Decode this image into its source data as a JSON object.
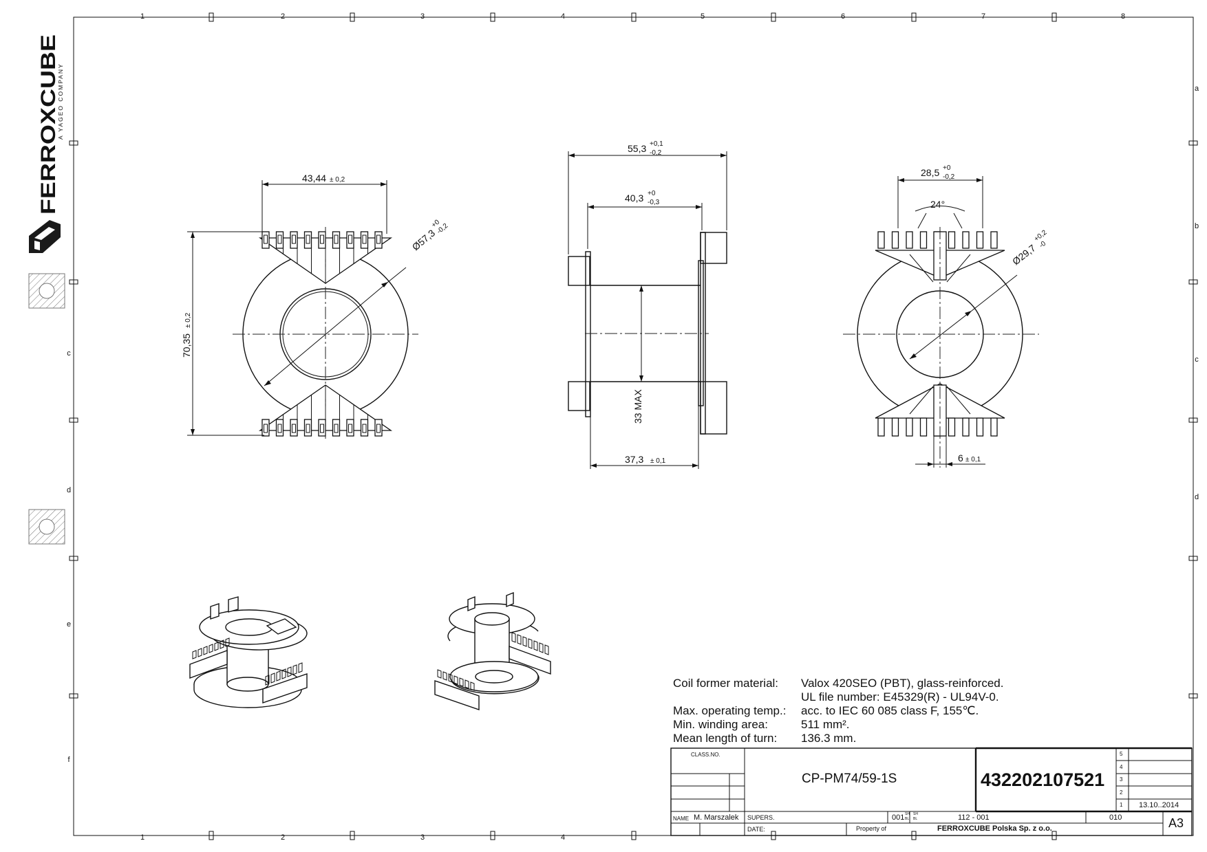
{
  "brand": {
    "name": "FERROXCUBE",
    "tagline": "A YAGEO COMPANY"
  },
  "frame": {
    "col_labels": [
      "1",
      "2",
      "3",
      "4",
      "5",
      "6",
      "7",
      "8"
    ],
    "col_labels_bottom": [
      "1",
      "2",
      "3",
      "4"
    ],
    "row_labels": [
      "a",
      "b",
      "c",
      "d",
      "e",
      "f"
    ]
  },
  "dimensions": {
    "front_width": {
      "value": "43,44",
      "tol": "± 0,2"
    },
    "front_height": {
      "value": "70,35",
      "tol": "± 0,2"
    },
    "front_diameter": {
      "value": "Ø57,3",
      "tol_upper": "+0",
      "tol_lower": "-0,2"
    },
    "side_total": {
      "value": "55,3",
      "tol_upper": "+0,1",
      "tol_lower": "-0,2"
    },
    "side_inner": {
      "value": "40,3",
      "tol_upper": "+0",
      "tol_lower": "-0,3"
    },
    "side_core": {
      "value": "33 MAX"
    },
    "side_bottom": {
      "value": "37,3",
      "tol": "± 0,1"
    },
    "rear_width": {
      "value": "28,5",
      "tol_upper": "+0",
      "tol_lower": "-0,2"
    },
    "rear_angle": {
      "value": "24°"
    },
    "rear_diameter": {
      "value": "Ø29,7",
      "tol_upper": "+0,2",
      "tol_lower": "-0"
    },
    "rear_slot": {
      "value": "6",
      "tol": "± 0,1"
    }
  },
  "notes": [
    {
      "label": "Coil former material:",
      "value": "Valox 420SEO (PBT), glass-reinforced."
    },
    {
      "label": "",
      "value": "UL file number: E45329(R) - UL94V-0."
    },
    {
      "label": "Max. operating temp.:",
      "value": "acc. to IEC 60 085 class F, 155℃."
    },
    {
      "label": "Min. winding area:",
      "value": "511 mm²."
    },
    {
      "label": "Mean length of turn:",
      "value": "136.3 mm."
    }
  ],
  "title_block": {
    "class_no_label": "CLASS.NO.",
    "part_name": "CP-PM74/59-1S",
    "part_number": "432202107521",
    "revisions": [
      "5",
      "4",
      "3",
      "2",
      "1"
    ],
    "rev_date": "13.10..2014",
    "name_label": "NAME",
    "name_value": "M. Marszalek",
    "supers_label": "SUPERS.",
    "date_label": "DATE:",
    "sheet_no": "001",
    "sh_label_1": "SH",
    "sh_label_2": "SH",
    "bl_label_1": "BL",
    "bl_label_2": "BL",
    "drawing_no": "112 - 001",
    "code": "010",
    "property_label": "Property of",
    "company": "FERROXCUBE Polska Sp. z o.o.",
    "format": "A3"
  }
}
